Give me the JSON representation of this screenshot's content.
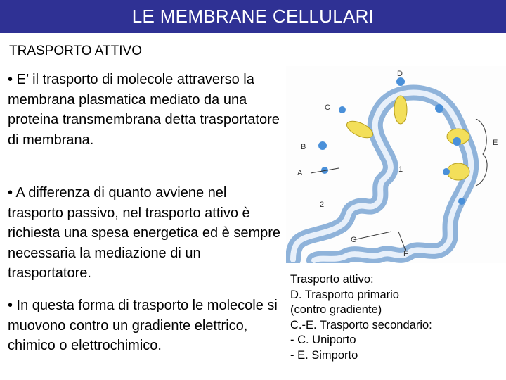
{
  "header": {
    "title": "LE MEMBRANE CELLULARI"
  },
  "section": {
    "subtitle": "TRASPORTO ATTIVO"
  },
  "bullets": [
    "• E’ il trasporto di molecole attraverso la membrana plasmatica mediato da una proteina transmembrana detta trasportatore di membrana.",
    "• A differenza di quanto avviene nel trasporto passivo, nel trasporto attivo è richiesta una spesa energetica ed è sempre necessaria la mediazione di un trasportatore.",
    "• In questa forma di trasporto le molecole si muovono contro un gradiente elettrico, chimico o elettrochimico."
  ],
  "figure": {
    "labels": {
      "A": "A",
      "B": "B",
      "C": "C",
      "D": "D",
      "E": "E",
      "F": "F",
      "G": "G",
      "n1": "1",
      "n2": "2"
    },
    "colors": {
      "membrane": "#9fbfe0",
      "carrier": "#f3df5a",
      "molecule": "#4a90d9"
    }
  },
  "caption": {
    "lines": [
      "Trasporto attivo:",
      "D. Trasporto primario",
      "(contro gradiente)",
      "C.-E. Trasporto secondario:",
      "- C. Uniporto",
      "- E. Simporto"
    ]
  }
}
